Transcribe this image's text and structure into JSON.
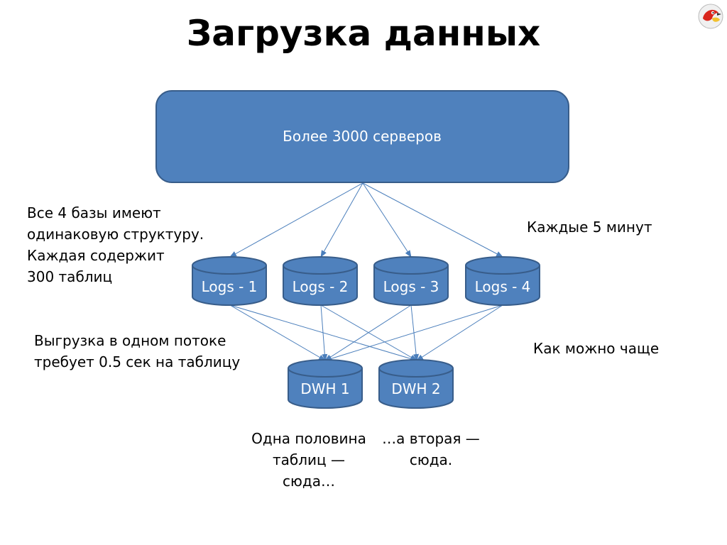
{
  "title": "Загрузка данных",
  "colors": {
    "node_fill": "#4f81bd",
    "node_stroke": "#385d8a",
    "arrow": "#4a7ebb"
  },
  "logo": {
    "icon": "parrot-mascot-icon"
  },
  "diagram": {
    "servers": "Более 3000 серверов",
    "logs": [
      "Logs - 1",
      "Logs - 2",
      "Logs - 3",
      "Logs - 4"
    ],
    "dwh": [
      "DWH 1",
      "DWH 2"
    ]
  },
  "notes": {
    "structure": [
      "Все 4 базы имеют",
      "одинаковую структуру.",
      "Каждая содержит",
      "300 таблиц"
    ],
    "every5": "Каждые 5 минут",
    "export": [
      "Выгрузка в одном потоке",
      "требует 0.5 сек на таблицу"
    ],
    "often": "Как можно чаще",
    "half1": [
      "Одна половина",
      "таблиц —",
      "сюда…"
    ],
    "half2": [
      "…а вторая —",
      "сюда."
    ]
  }
}
